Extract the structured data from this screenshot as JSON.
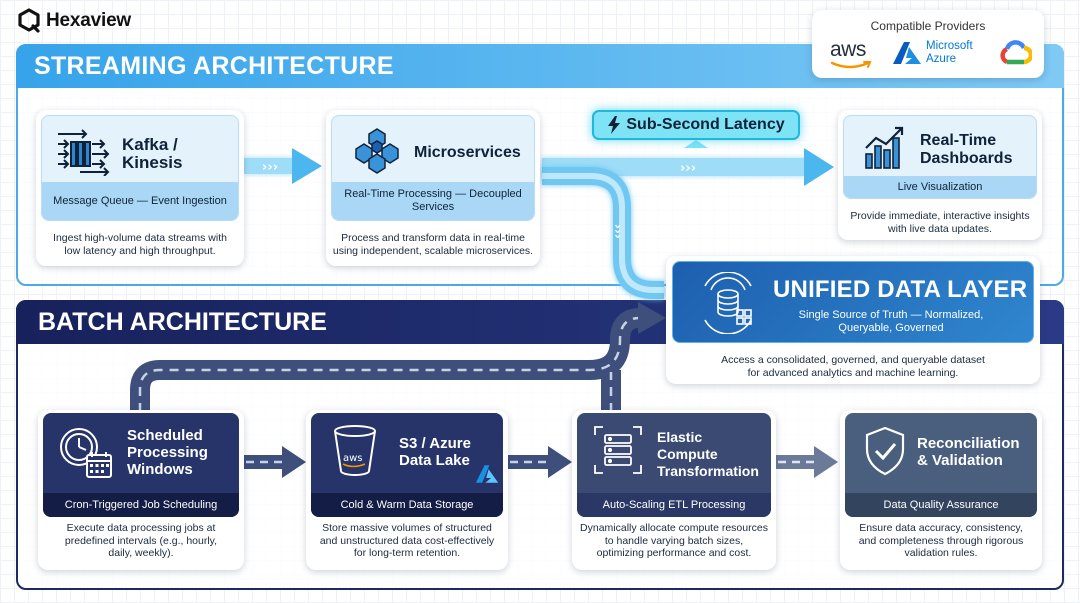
{
  "brand": {
    "name": "Hexaview"
  },
  "providers": {
    "title": "Compatible Providers",
    "aws": "aws",
    "azure_line1": "Microsoft",
    "azure_line2": "Azure"
  },
  "streaming": {
    "title": "STREAMING ARCHITECTURE",
    "latency": "Sub-Second Latency",
    "nodes": [
      {
        "title1": "Kafka /",
        "title2": "Kinesis",
        "subtitle": "Message Queue — Event Ingestion",
        "desc1": "Ingest high-volume data streams with",
        "desc2": "low latency and high throughput."
      },
      {
        "title1": "Microservices",
        "subtitle1": "Real-Time Processing — Decoupled",
        "subtitle2": "Services",
        "desc1": "Process and transform data in real-time",
        "desc2": "using independent, scalable microservices."
      },
      {
        "title1": "Real-Time",
        "title2": "Dashboards",
        "subtitle": "Live Visualization",
        "desc1": "Provide immediate, interactive insights",
        "desc2": "with live data updates."
      }
    ]
  },
  "unified": {
    "title": "UNIFIED DATA LAYER",
    "sub1": "Single Source of Truth — Normalized,",
    "sub2": "Queryable, Governed",
    "desc1": "Access a consolidated, governed, and queryable dataset",
    "desc2": "for advanced analytics and machine learning."
  },
  "batch": {
    "title": "BATCH ARCHITECTURE",
    "nodes": [
      {
        "title1": "Scheduled",
        "title2": "Processing",
        "title3": "Windows",
        "subtitle": "Cron-Triggered Job Scheduling",
        "desc1": "Execute data processing jobs at",
        "desc2": "predefined intervals (e.g., hourly,",
        "desc3": "daily, weekly)."
      },
      {
        "title1": "S3 / Azure",
        "title2": "Data Lake",
        "subtitle": "Cold & Warm Data Storage",
        "desc1": "Store massive volumes of structured",
        "desc2": "and unstructured data cost-effectively",
        "desc3": "for long-term retention."
      },
      {
        "title1": "Elastic",
        "title2": "Compute",
        "title3": "Transformation",
        "subtitle": "Auto-Scaling ETL Processing",
        "desc1": "Dynamically allocate compute resources",
        "desc2": "to handle varying batch sizes,",
        "desc3": "optimizing performance and cost."
      },
      {
        "title1": "Reconciliation",
        "title2": "& Validation",
        "subtitle": "Data Quality Assurance",
        "desc1": "Ensure data accuracy, consistency,",
        "desc2": "and completeness through rigorous",
        "desc3": "validation rules."
      }
    ]
  },
  "colors": {
    "stream_accent": "#36a3ea",
    "batch_accent": "#17225c",
    "latency_glow": "#7fe3f6"
  }
}
